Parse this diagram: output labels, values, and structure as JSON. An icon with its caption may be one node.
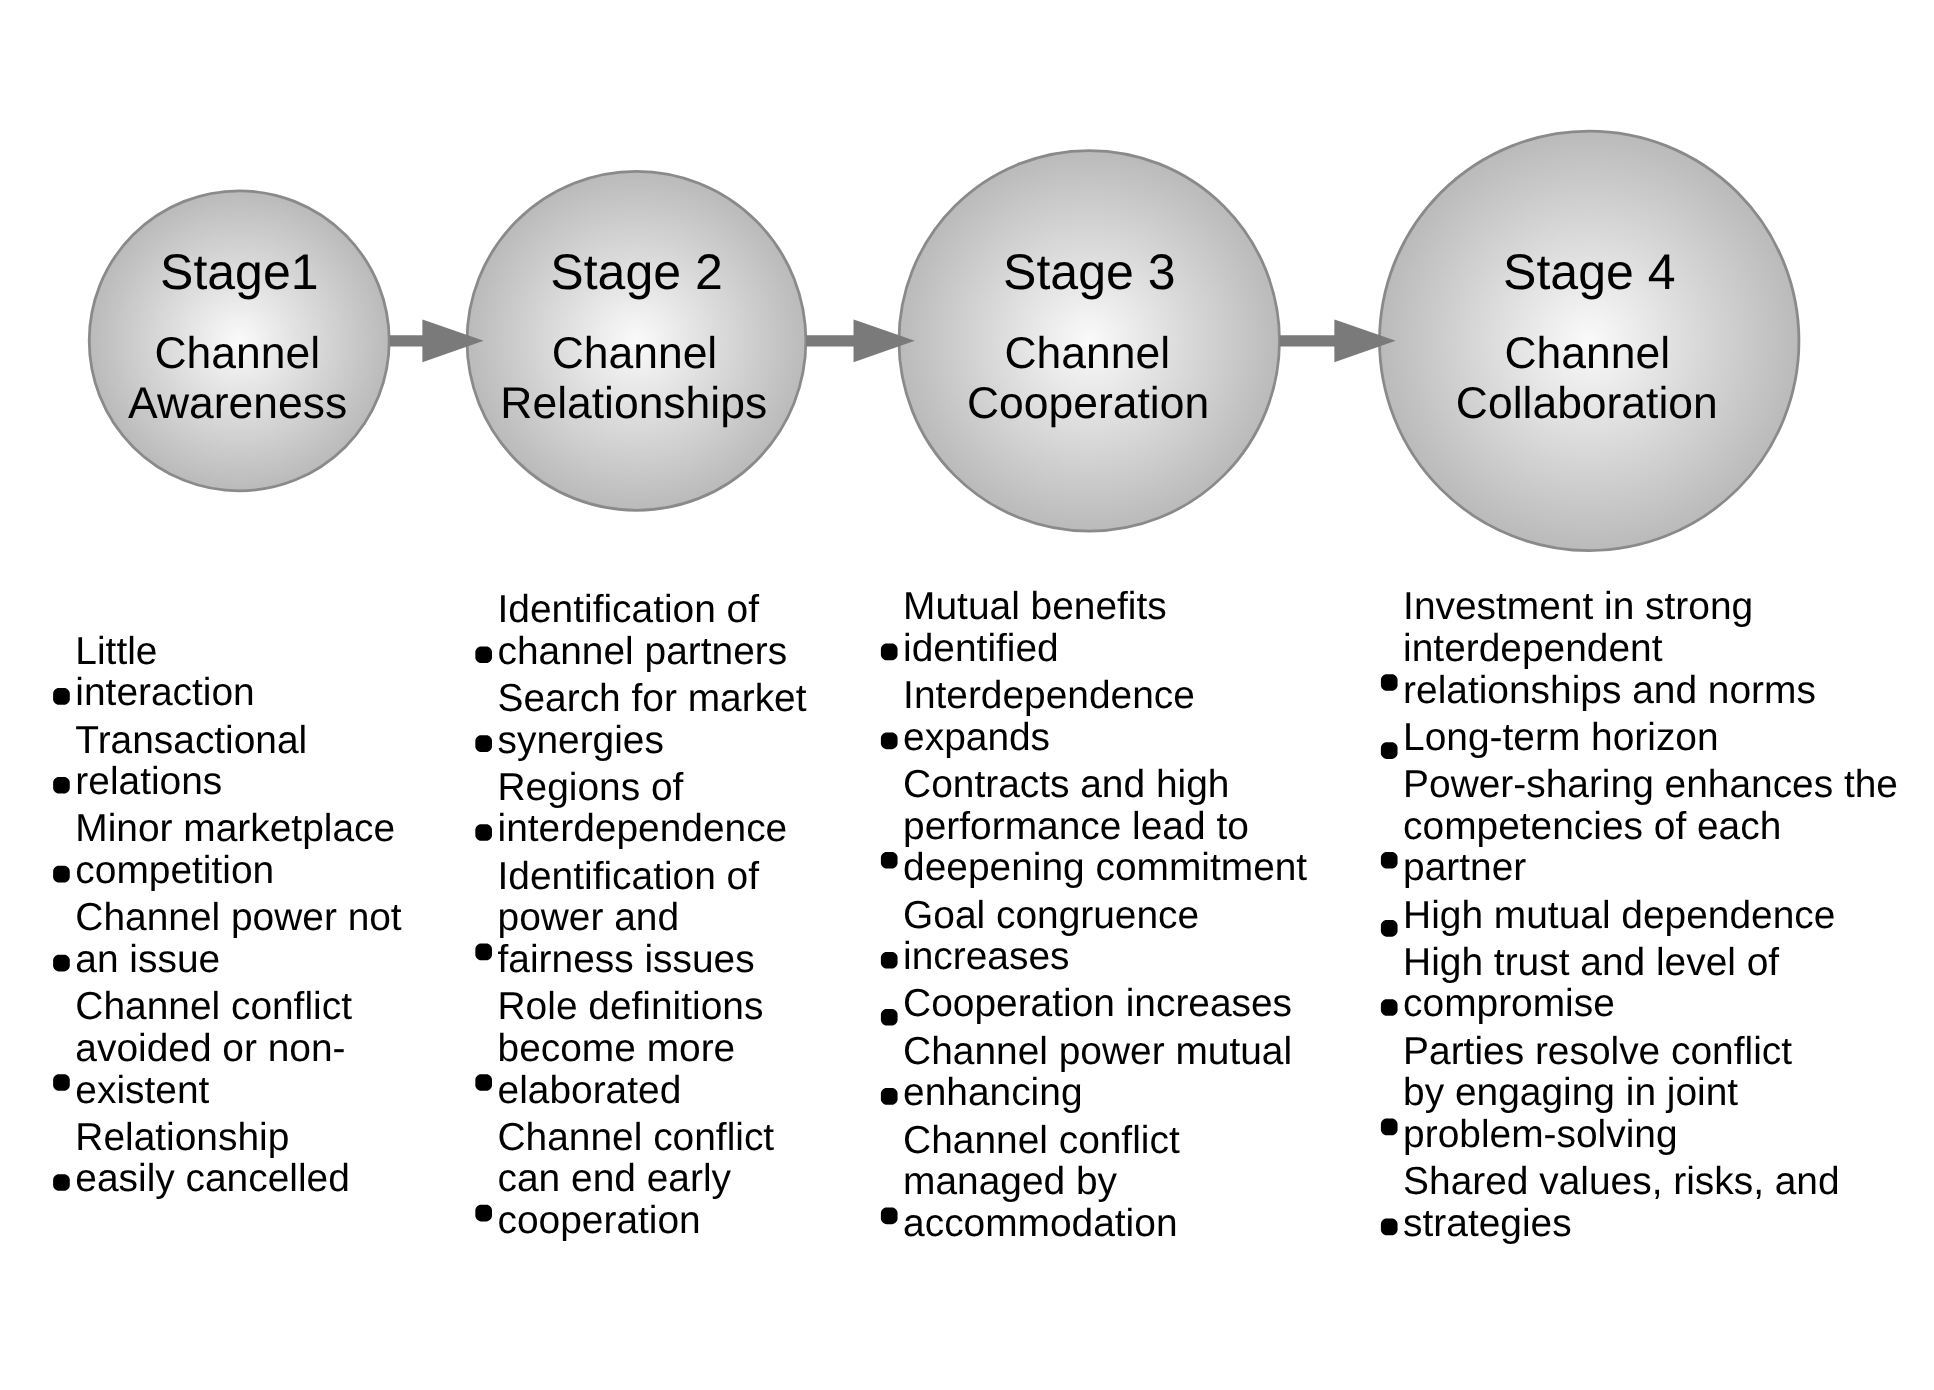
{
  "diagram": {
    "nodes": [
      {
        "text": [
          "Stage1",
          "Channel Awareness"
        ],
        "beside": [
          "Little interaction",
          "Transactional relations",
          "Minor marketplace competition",
          "Channel power not an issue",
          "Channel conflict avoided or non-existent",
          "Relationship easily cancelled"
        ]
      },
      {
        "text": [
          "Stage 2",
          "Channel Relationships"
        ],
        "beside": [
          "Identification of channel partners",
          "Search for market synergies",
          "Regions of interdependence",
          "Identification of power and fairness issues",
          "Role definitions become more elaborated",
          "Channel conflict can end early cooperation"
        ]
      },
      {
        "text": [
          "Stage 3",
          "Channel Cooperation"
        ],
        "beside": [
          "Mutual benefits identified",
          "Interdependence expands",
          "Contracts and high performance lead to deepening commitment",
          "Goal congruence increases",
          "Cooperation increases",
          "Channel power mutual enhancing",
          "Channel conflict managed by accommodation"
        ]
      },
      {
        "text": [
          "Stage 4",
          "Channel Collaboration"
        ],
        "beside": [
          "Investment in strong interdependent relationships and norms",
          "Long-term horizon",
          "Power-sharing enhances the competencies of each partner",
          "High mutual dependence",
          "High trust and level of compromise",
          "Parties resolve conflict by engaging in joint problem-solving",
          "Shared values, risks, and strategies"
        ]
      }
    ],
    "edges": [
      {
        "from": 0,
        "to": 1,
        "arrow": "to"
      },
      {
        "from": 1,
        "to": 2,
        "arrow": "to"
      },
      {
        "from": 2,
        "to": 3,
        "arrow": "to"
      }
    ]
  }
}
